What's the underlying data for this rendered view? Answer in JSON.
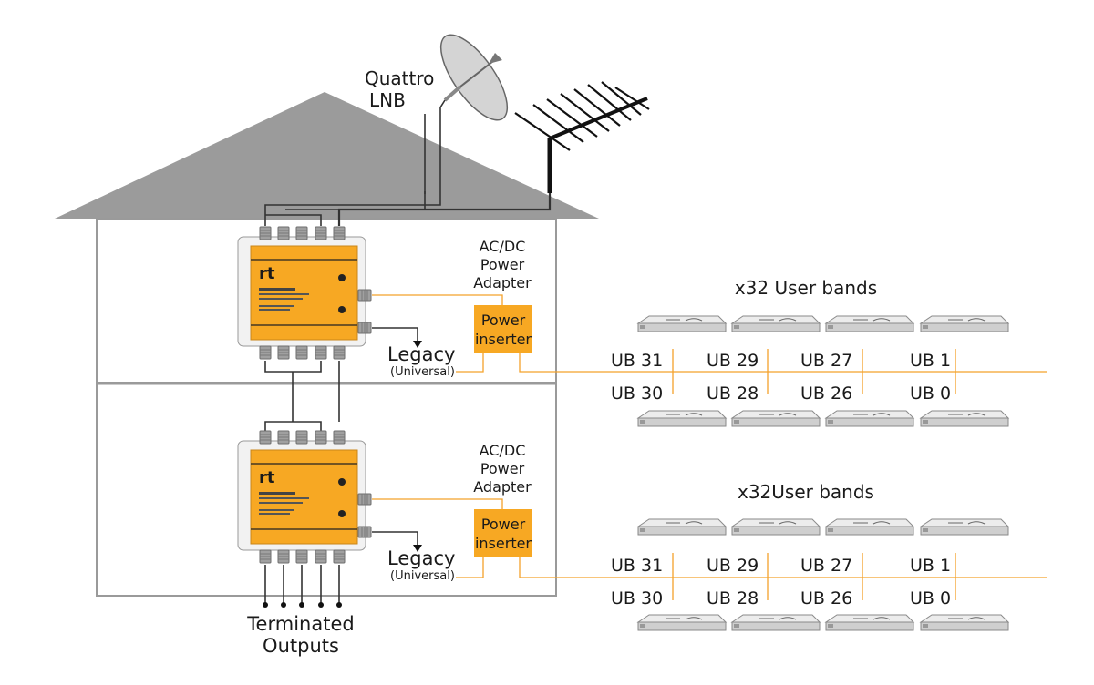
{
  "labels": {
    "lnb": [
      "Quattro",
      "LNB"
    ],
    "legacy": "Legacy",
    "universal": "(Universal)",
    "power_adapter": [
      "AC/DC",
      "Power",
      "Adapter"
    ],
    "power_inserter": [
      "Power",
      "inserter"
    ],
    "terminated": [
      "Terminated",
      "Outputs"
    ]
  },
  "switch_logo": "rt",
  "groups": [
    {
      "title": "x32 User bands",
      "upper": [
        "UB 31",
        "UB 29",
        "UB 27",
        "UB 1"
      ],
      "lower": [
        "UB 30",
        "UB 28",
        "UB 26",
        "UB 0"
      ]
    },
    {
      "title": "x32User bands",
      "upper": [
        "UB 31",
        "UB 29",
        "UB 27",
        "UB 1"
      ],
      "lower": [
        "UB 30",
        "UB 28",
        "UB 26",
        "UB 0"
      ]
    }
  ],
  "colors": {
    "roof": "#9b9b9b",
    "switch_body": "#f7a823",
    "cable_yellow": "#f4a22b",
    "wall": "#9a9a9a"
  }
}
